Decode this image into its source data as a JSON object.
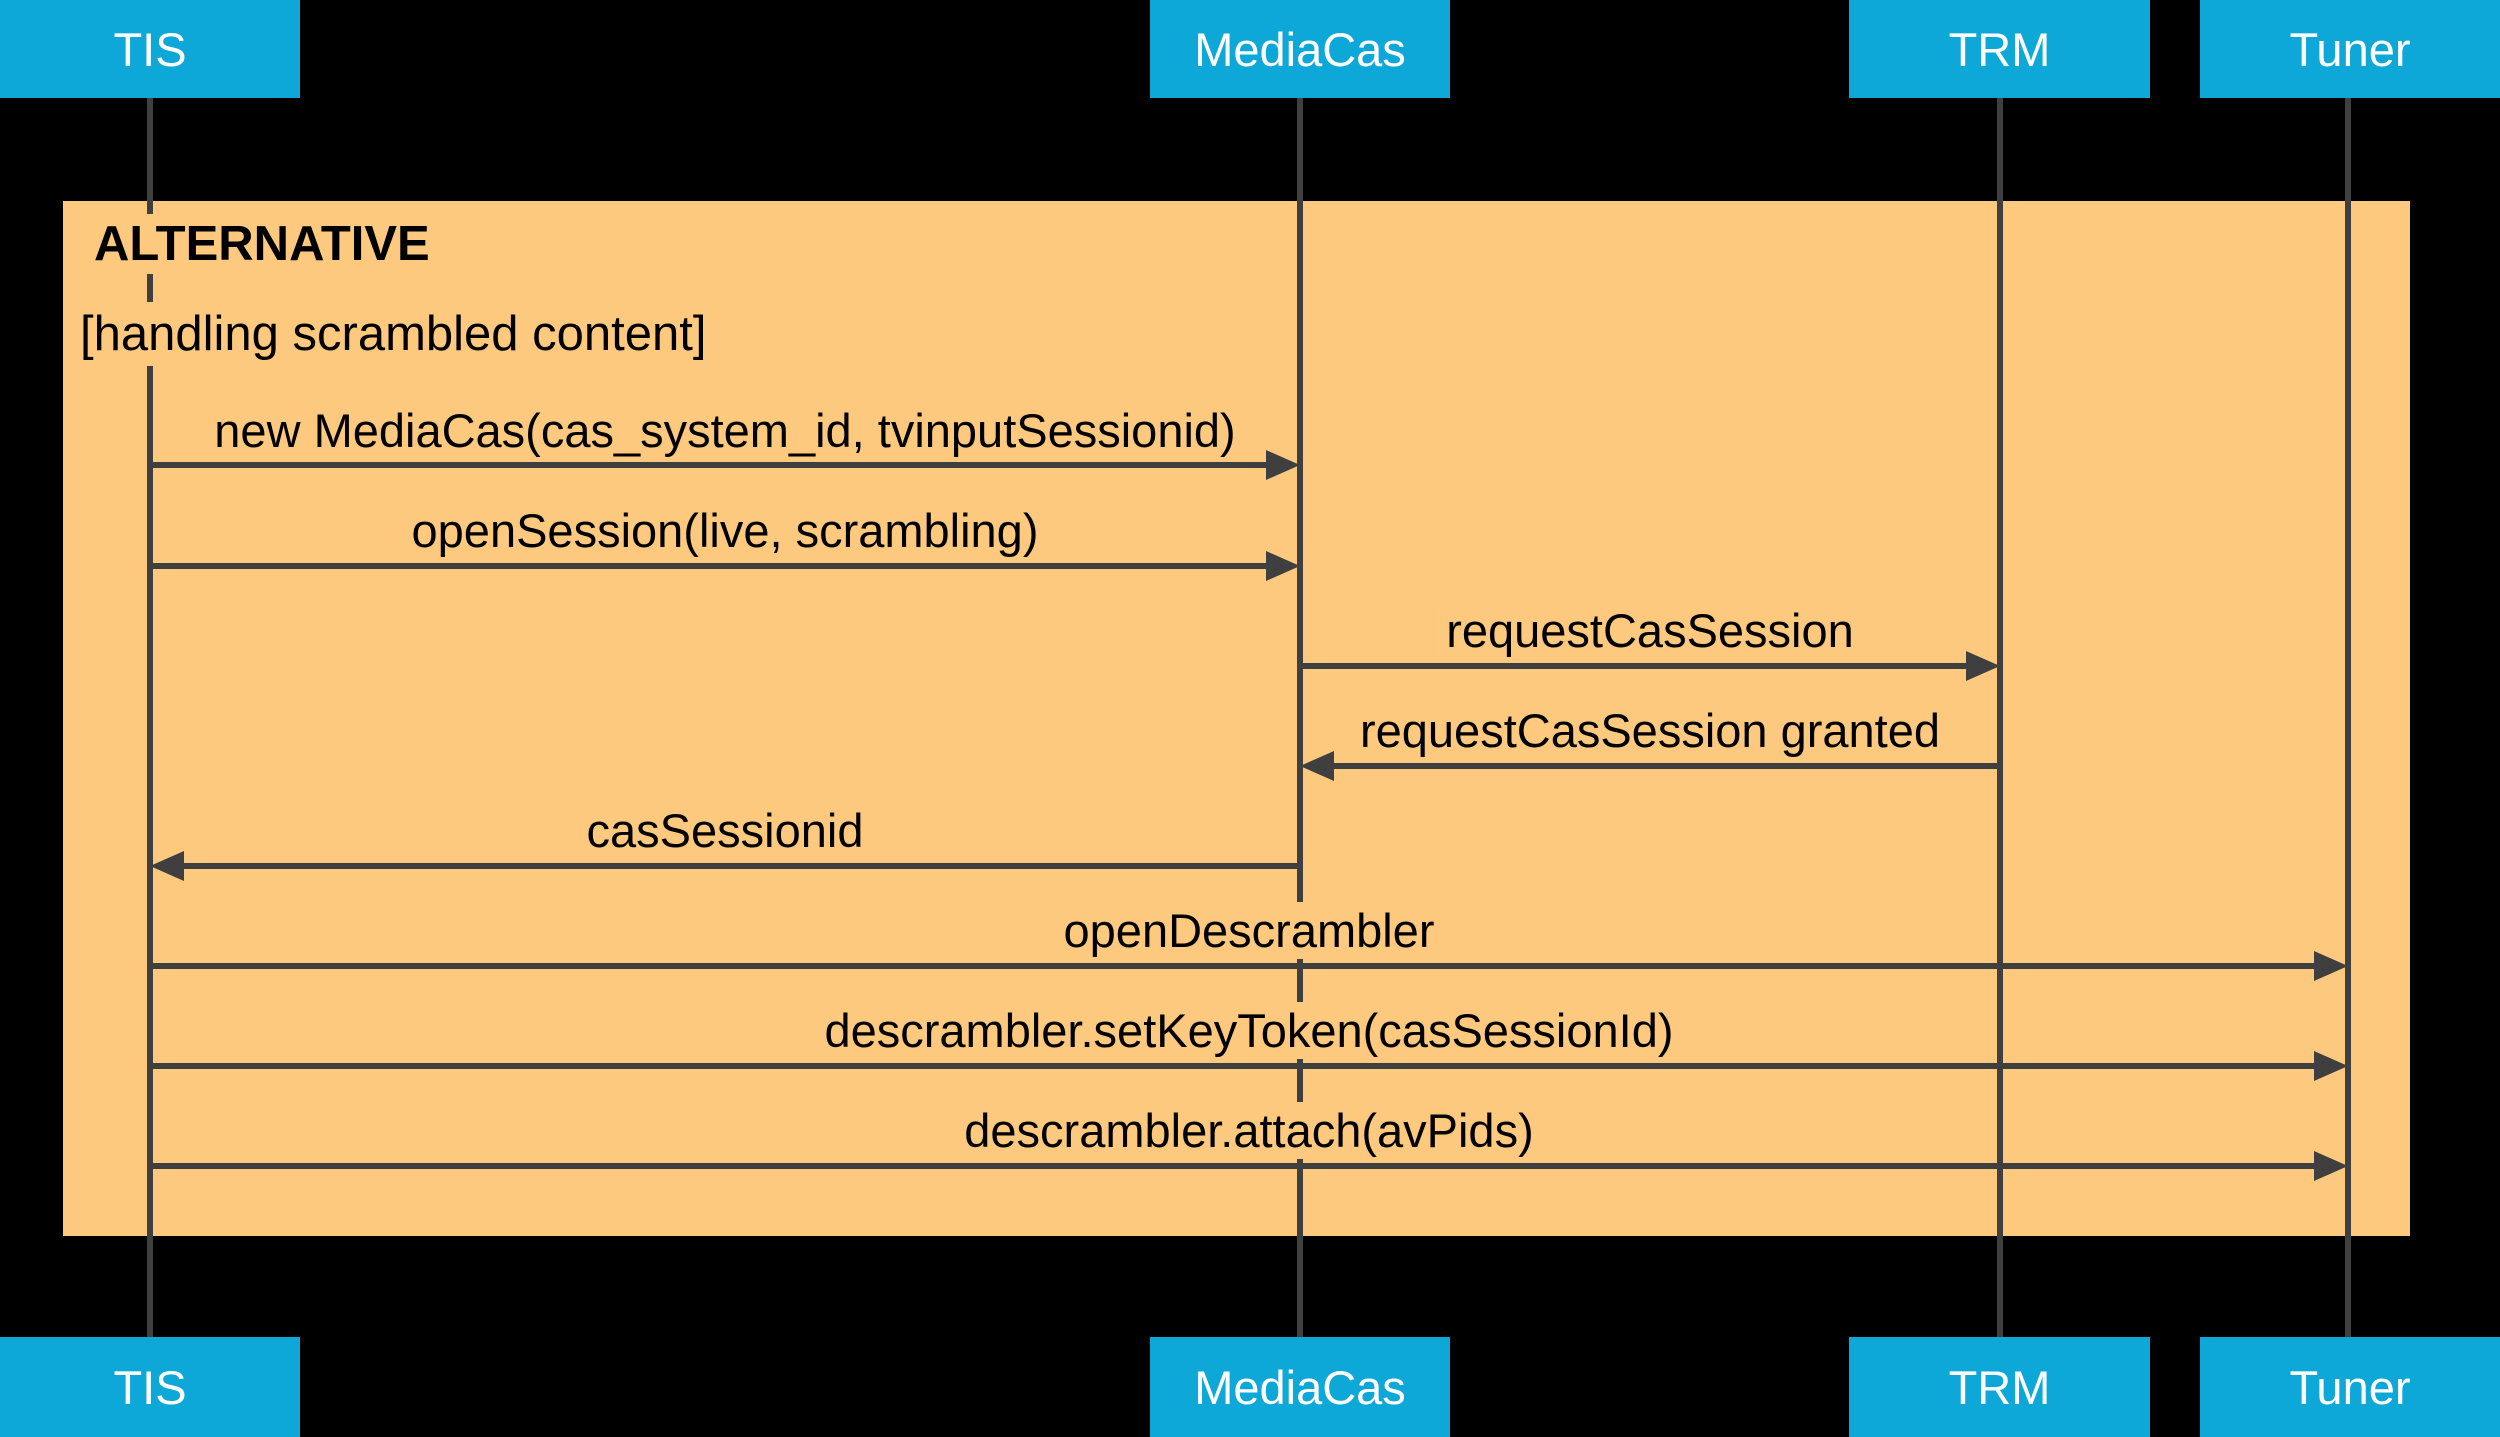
{
  "diagram": {
    "type": "sequence-diagram",
    "fragment": {
      "title": "ALTERNATIVE",
      "condition": "[handling scrambled content]"
    },
    "participants": [
      {
        "id": "tis",
        "label": "TIS"
      },
      {
        "id": "mediacas",
        "label": "MediaCas"
      },
      {
        "id": "trm",
        "label": "TRM"
      },
      {
        "id": "tuner",
        "label": "Tuner"
      }
    ],
    "messages": [
      {
        "from": "TIS",
        "to": "MediaCas",
        "direction": "right",
        "label": "new MediaCas(cas_system_id, tvinputSessionid)"
      },
      {
        "from": "TIS",
        "to": "MediaCas",
        "direction": "right",
        "label": "openSession(live, scrambling)"
      },
      {
        "from": "MediaCas",
        "to": "TRM",
        "direction": "right",
        "label": "requestCasSession"
      },
      {
        "from": "TRM",
        "to": "MediaCas",
        "direction": "left",
        "label": "requestCasSession granted"
      },
      {
        "from": "MediaCas",
        "to": "TIS",
        "direction": "left",
        "label": "casSessionid"
      },
      {
        "from": "TIS",
        "to": "Tuner",
        "direction": "right",
        "label": "openDescrambler"
      },
      {
        "from": "TIS",
        "to": "Tuner",
        "direction": "right",
        "label": "descrambler.setKeyToken(casSessionId)"
      },
      {
        "from": "TIS",
        "to": "Tuner",
        "direction": "right",
        "label": "descrambler.attach(avPids)"
      }
    ],
    "colors": {
      "background": "#000000",
      "participant_fill": "#0DA8D8",
      "participant_text": "#FFFFFF",
      "fragment_fill": "#FDC97E",
      "line": "#3F3F3F",
      "message_text": "#000000"
    }
  }
}
